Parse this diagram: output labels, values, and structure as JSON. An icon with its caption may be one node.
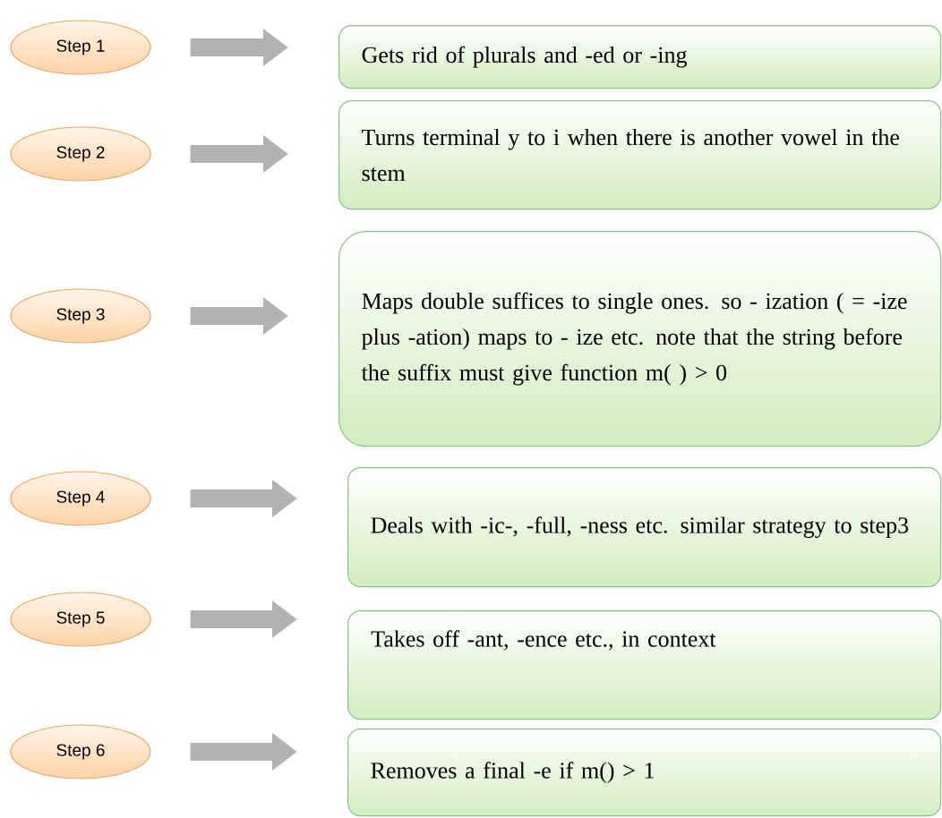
{
  "diagram": {
    "nodes": [
      {
        "text": [
          "Step 1"
        ]
      },
      {
        "text": [
          "Gets rid of plurals and -ed or -ing"
        ]
      },
      {
        "text": [
          "Step 2"
        ]
      },
      {
        "text": [
          "Turns terminal y to i when there is another vowel in the stem"
        ]
      },
      {
        "text": [
          "Step 3"
        ]
      },
      {
        "text": [
          "Maps double suffices to single ones. so - ization ( = -ize plus -ation) maps to - ize etc. note that the string before the suffix must give function m( ) > 0"
        ]
      },
      {
        "text": [
          "Step 4"
        ]
      },
      {
        "text": [
          "Deals with -ic-, -full, -ness etc. similar strategy to step3"
        ]
      },
      {
        "text": [
          "Step 5"
        ]
      },
      {
        "text": [
          "Takes off -ant, -ence etc., in context"
        ]
      },
      {
        "text": [
          "Step 6"
        ]
      },
      {
        "text": [
          "Removes a final -e if m() > 1"
        ]
      }
    ],
    "edges": [
      {
        "from": 0,
        "to": 1,
        "arrow": "to"
      },
      {
        "from": 2,
        "to": 3,
        "arrow": "to"
      },
      {
        "from": 4,
        "to": 5,
        "arrow": "to"
      },
      {
        "from": 6,
        "to": 7,
        "arrow": "to"
      },
      {
        "from": 8,
        "to": 9,
        "arrow": "to"
      },
      {
        "from": 10,
        "to": 11,
        "arrow": "to"
      }
    ]
  }
}
